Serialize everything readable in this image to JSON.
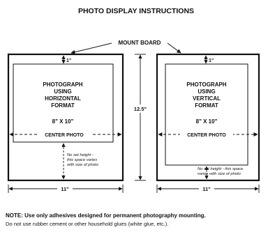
{
  "title": "PHOTO DISPLAY INSTRUCTIONS",
  "mount_board_label": "MOUNT BOARD",
  "height_label": "12.5\"",
  "left_panel": {
    "top_margin": "1\"",
    "photo_lines": [
      "PHOTOGRAPH",
      "USING",
      "HORIZONTAL",
      "FORMAT"
    ],
    "size": "8\" X 10\"",
    "center_label": "CENTER PHOTO",
    "note_lines": [
      "No set height -",
      "this space varies",
      "with size of photo"
    ],
    "width_label": "11\""
  },
  "right_panel": {
    "top_margin": "1\"",
    "photo_lines": [
      "PHOTOGRAPH",
      "USING",
      "VERTICAL",
      "FORMAT"
    ],
    "size": "8\" X 10\"",
    "center_label": "CENTER PHOTO",
    "note_lines": [
      "No set height - this space",
      "varies with size of photo"
    ],
    "width_label": "11\""
  },
  "note_line1": "NOTE:  Use only adhesives designed for permanent photography mounting.",
  "note_line2": "Do not use rubber cement or other household glues (white glue, etc.)."
}
